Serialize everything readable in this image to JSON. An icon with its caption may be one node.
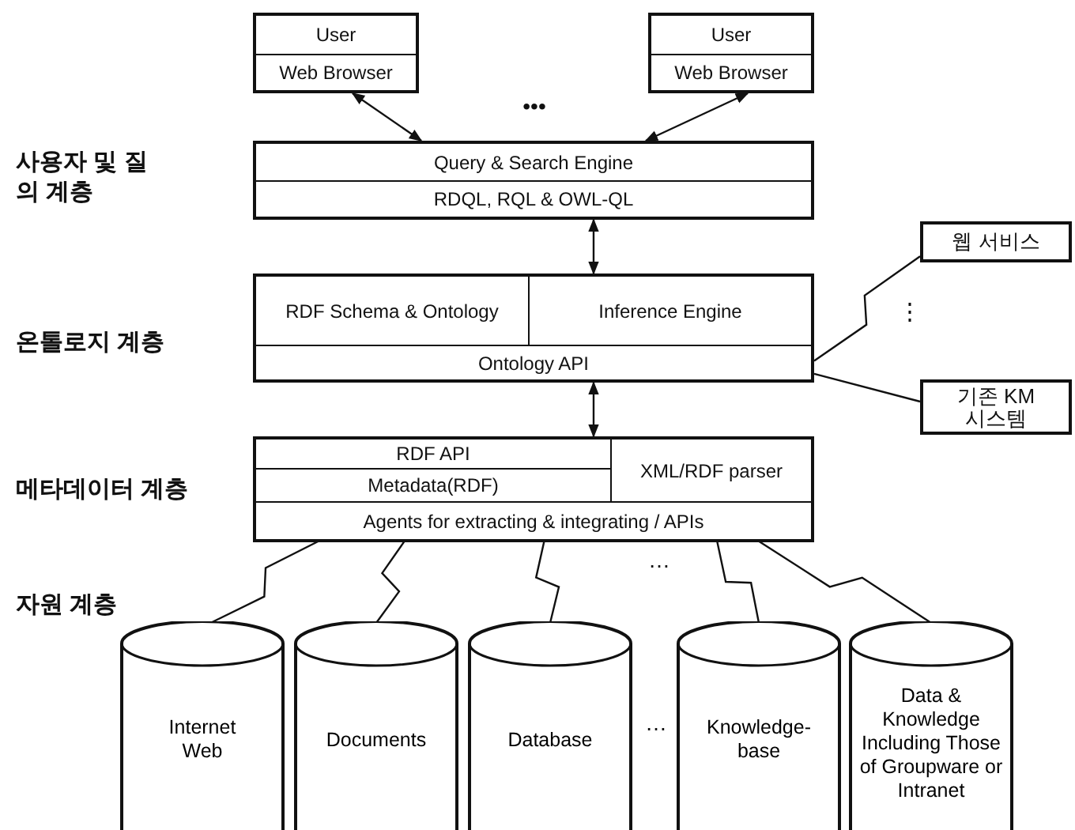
{
  "diagram": {
    "nodes": [
      {
        "text": [
          "User",
          "Web Browser"
        ]
      },
      {
        "text": [
          "User",
          "Web Browser"
        ]
      },
      {
        "text": [
          "Query & Search Engine",
          "RDQL, RQL & OWL-QL"
        ]
      },
      {
        "text": [],
        "shape": "box"
      },
      {
        "text": [
          "RDF Schema & Ontology"
        ],
        "in": 3
      },
      {
        "text": [
          "Inference Engine"
        ],
        "in": 3
      },
      {
        "text": [
          "Ontology API"
        ],
        "in": 3
      },
      {
        "text": [],
        "shape": "box"
      },
      {
        "text": [
          "RDF API"
        ],
        "in": 7
      },
      {
        "text": [
          "Metadata(RDF)"
        ],
        "in": 7
      },
      {
        "text": [
          "XML/RDF parser"
        ],
        "in": 7
      },
      {
        "text": [
          "Agents for extracting & integrating / APIs"
        ],
        "in": 7
      },
      {
        "text": [
          "웹 서비스"
        ]
      },
      {
        "text": [
          "기존 KM 시스템"
        ]
      },
      {
        "text": [
          "Internet Web"
        ]
      },
      {
        "text": [
          "Documents"
        ]
      },
      {
        "text": [
          "Database"
        ]
      },
      {
        "text": [
          "Knowledge-base"
        ]
      },
      {
        "text": [
          "Data & Knowledge Including Those of Groupware or Intranet"
        ]
      }
    ],
    "edges": [
      {
        "from": 0,
        "to": 2,
        "arrow": "both"
      },
      {
        "from": 1,
        "to": 2,
        "arrow": "both"
      },
      {
        "from": 2,
        "to": 3,
        "arrow": "both"
      },
      {
        "from": 3,
        "to": 7,
        "arrow": "both"
      },
      {
        "from": 12,
        "to": 3,
        "arrow": "none"
      },
      {
        "from": 13,
        "to": 3,
        "arrow": "none"
      },
      {
        "from": 11,
        "to": 14,
        "arrow": "none"
      },
      {
        "from": 11,
        "to": 15,
        "arrow": "none"
      },
      {
        "from": 11,
        "to": 16,
        "arrow": "none"
      },
      {
        "from": 11,
        "to": 17,
        "arrow": "none"
      },
      {
        "from": 11,
        "to": 18,
        "arrow": "none"
      }
    ],
    "labels": [
      "•••",
      "사용자 및 질의 계층",
      "온톨로지 계층",
      "⋮",
      "메타데이터 계층",
      "자원 계층",
      "…",
      "…"
    ]
  }
}
